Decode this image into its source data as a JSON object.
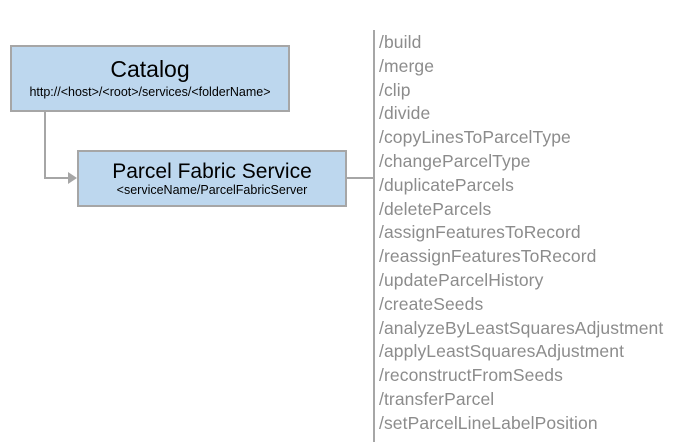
{
  "diagram": {
    "nodes": [
      {
        "id": "catalog",
        "title": "Catalog",
        "subtitle": "http://<host>/<root>/services/<folderName>"
      },
      {
        "id": "parcel-fabric-service",
        "title": "Parcel Fabric Service",
        "subtitle": "<serviceName/ParcelFabricServer"
      }
    ],
    "operations": [
      "/build",
      "/merge",
      "/clip",
      "/divide",
      "/copyLinesToParcelType",
      "/changeParcelType",
      "/duplicateParcels",
      "/deleteParcels",
      "/assignFeaturesToRecord",
      "/reassignFeaturesToRecord",
      "/updateParcelHistory",
      "/createSeeds",
      "/analyzeByLeastSquaresAdjustment",
      "/applyLeastSquaresAdjustment",
      "/reconstructFromSeeds",
      "/transferParcel",
      "/setParcelLineLabelPosition"
    ],
    "colors": {
      "node_fill": "#bdd7ee",
      "node_border": "#a6a6a6",
      "connector": "#a6a6a6",
      "operation_text": "#8c8c8c",
      "background": "#ffffff"
    }
  }
}
